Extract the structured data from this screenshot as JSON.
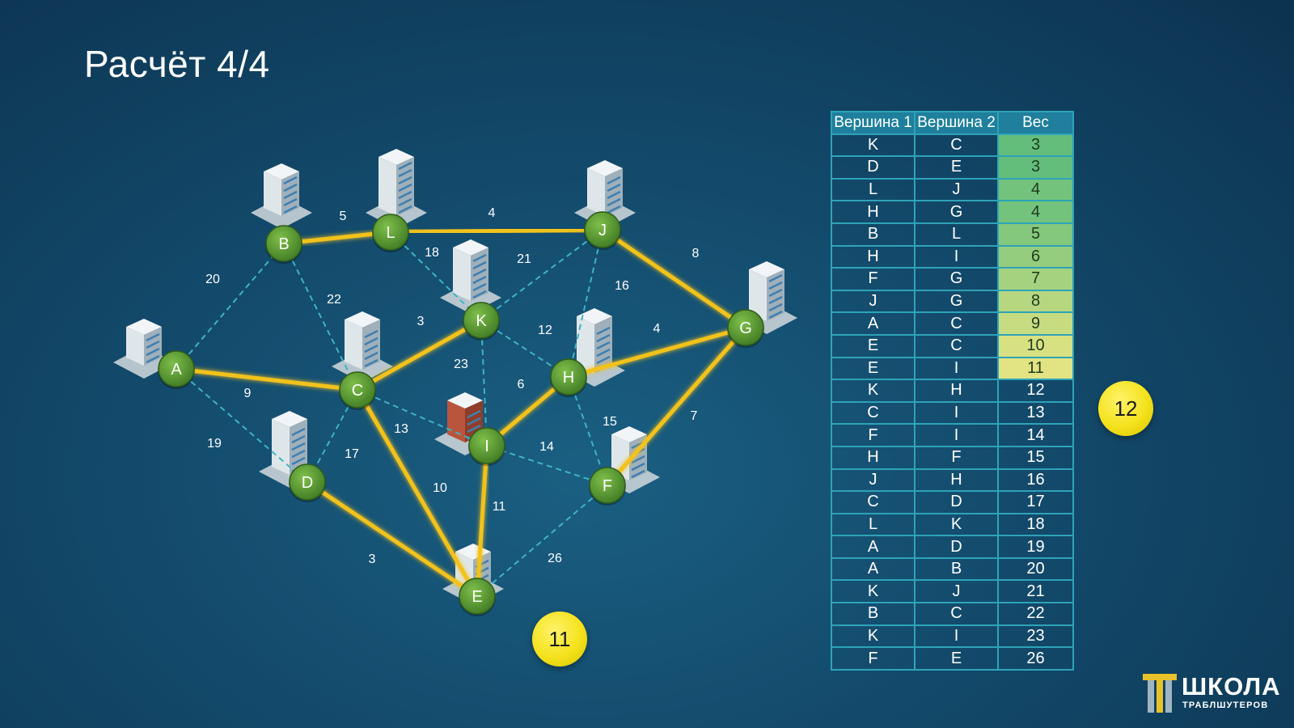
{
  "title": "Расчёт 4/4",
  "colors": {
    "selected_edge": "#f2c21b",
    "dashed_edge": "#3fb3c3",
    "node": "#5c9a34",
    "badge": "#f4e21c"
  },
  "graph": {
    "nodes": [
      {
        "id": "A",
        "label": "A"
      },
      {
        "id": "B",
        "label": "B"
      },
      {
        "id": "C",
        "label": "C"
      },
      {
        "id": "D",
        "label": "D"
      },
      {
        "id": "E",
        "label": "E"
      },
      {
        "id": "F",
        "label": "F"
      },
      {
        "id": "G",
        "label": "G"
      },
      {
        "id": "H",
        "label": "H"
      },
      {
        "id": "I",
        "label": "I"
      },
      {
        "id": "J",
        "label": "J"
      },
      {
        "id": "K",
        "label": "K"
      },
      {
        "id": "L",
        "label": "L"
      }
    ],
    "edges": [
      {
        "from": "K",
        "to": "C",
        "weight": "3",
        "selected": true
      },
      {
        "from": "D",
        "to": "E",
        "weight": "3",
        "selected": true
      },
      {
        "from": "L",
        "to": "J",
        "weight": "4",
        "selected": true
      },
      {
        "from": "H",
        "to": "G",
        "weight": "4",
        "selected": true
      },
      {
        "from": "B",
        "to": "L",
        "weight": "5",
        "selected": true
      },
      {
        "from": "H",
        "to": "I",
        "weight": "6",
        "selected": true
      },
      {
        "from": "F",
        "to": "G",
        "weight": "7",
        "selected": true
      },
      {
        "from": "J",
        "to": "G",
        "weight": "8",
        "selected": true
      },
      {
        "from": "A",
        "to": "C",
        "weight": "9",
        "selected": true
      },
      {
        "from": "E",
        "to": "C",
        "weight": "10",
        "selected": true
      },
      {
        "from": "E",
        "to": "I",
        "weight": "11",
        "selected": true
      },
      {
        "from": "K",
        "to": "H",
        "weight": "12",
        "selected": false
      },
      {
        "from": "C",
        "to": "I",
        "weight": "13",
        "selected": false
      },
      {
        "from": "F",
        "to": "I",
        "weight": "14",
        "selected": false
      },
      {
        "from": "H",
        "to": "F",
        "weight": "15",
        "selected": false
      },
      {
        "from": "J",
        "to": "H",
        "weight": "16",
        "selected": false
      },
      {
        "from": "C",
        "to": "D",
        "weight": "17",
        "selected": false
      },
      {
        "from": "L",
        "to": "K",
        "weight": "18",
        "selected": false
      },
      {
        "from": "A",
        "to": "D",
        "weight": "19",
        "selected": false
      },
      {
        "from": "A",
        "to": "B",
        "weight": "20",
        "selected": false
      },
      {
        "from": "K",
        "to": "J",
        "weight": "21",
        "selected": false
      },
      {
        "from": "B",
        "to": "C",
        "weight": "22",
        "selected": false
      },
      {
        "from": "K",
        "to": "I",
        "weight": "23",
        "selected": false
      },
      {
        "from": "F",
        "to": "E",
        "weight": "26",
        "selected": false
      }
    ]
  },
  "table": {
    "headers": [
      "Вершина 1",
      "Вершина 2",
      "Вес"
    ],
    "rows": [
      [
        "K",
        "C",
        "3"
      ],
      [
        "D",
        "E",
        "3"
      ],
      [
        "L",
        "J",
        "4"
      ],
      [
        "H",
        "G",
        "4"
      ],
      [
        "B",
        "L",
        "5"
      ],
      [
        "H",
        "I",
        "6"
      ],
      [
        "F",
        "G",
        "7"
      ],
      [
        "J",
        "G",
        "8"
      ],
      [
        "A",
        "C",
        "9"
      ],
      [
        "E",
        "C",
        "10"
      ],
      [
        "E",
        "I",
        "11"
      ],
      [
        "K",
        "H",
        "12"
      ],
      [
        "C",
        "I",
        "13"
      ],
      [
        "F",
        "I",
        "14"
      ],
      [
        "H",
        "F",
        "15"
      ],
      [
        "J",
        "H",
        "16"
      ],
      [
        "C",
        "D",
        "17"
      ],
      [
        "L",
        "K",
        "18"
      ],
      [
        "A",
        "D",
        "19"
      ],
      [
        "A",
        "B",
        "20"
      ],
      [
        "K",
        "J",
        "21"
      ],
      [
        "B",
        "C",
        "22"
      ],
      [
        "K",
        "I",
        "23"
      ],
      [
        "F",
        "E",
        "26"
      ]
    ],
    "selected_count": 11,
    "weight_colors": [
      "#63be7b",
      "#63be7b",
      "#73c37c",
      "#73c37c",
      "#84c87d",
      "#95cd7e",
      "#a5d27f",
      "#b6d780",
      "#c7dc81",
      "#d8e182",
      "#e2e383"
    ]
  },
  "badges": {
    "table_badge": "12",
    "graph_badge": "11"
  },
  "logo": {
    "title": "ШКОЛА",
    "subtitle": "ТРАБЛШУТЕРОВ"
  }
}
